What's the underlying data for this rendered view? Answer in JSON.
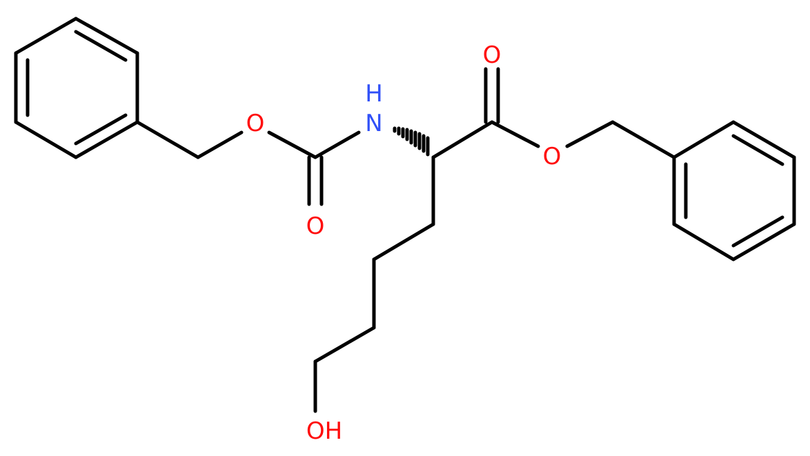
{
  "molecule": {
    "colors": {
      "bond": "#000000",
      "oxygen": "#ff0d0d",
      "nitrogen": "#3050f8",
      "background": "#ffffff"
    },
    "atom_labels": {
      "carbamate_ether_oxygen": "O",
      "carbamate_carbonyl_oxygen": "O",
      "amine_nitrogen": "N",
      "amine_hydrogen": "H",
      "ester_carbonyl_oxygen": "O",
      "ester_ether_oxygen": "O",
      "hydroxyl": "OH"
    }
  }
}
